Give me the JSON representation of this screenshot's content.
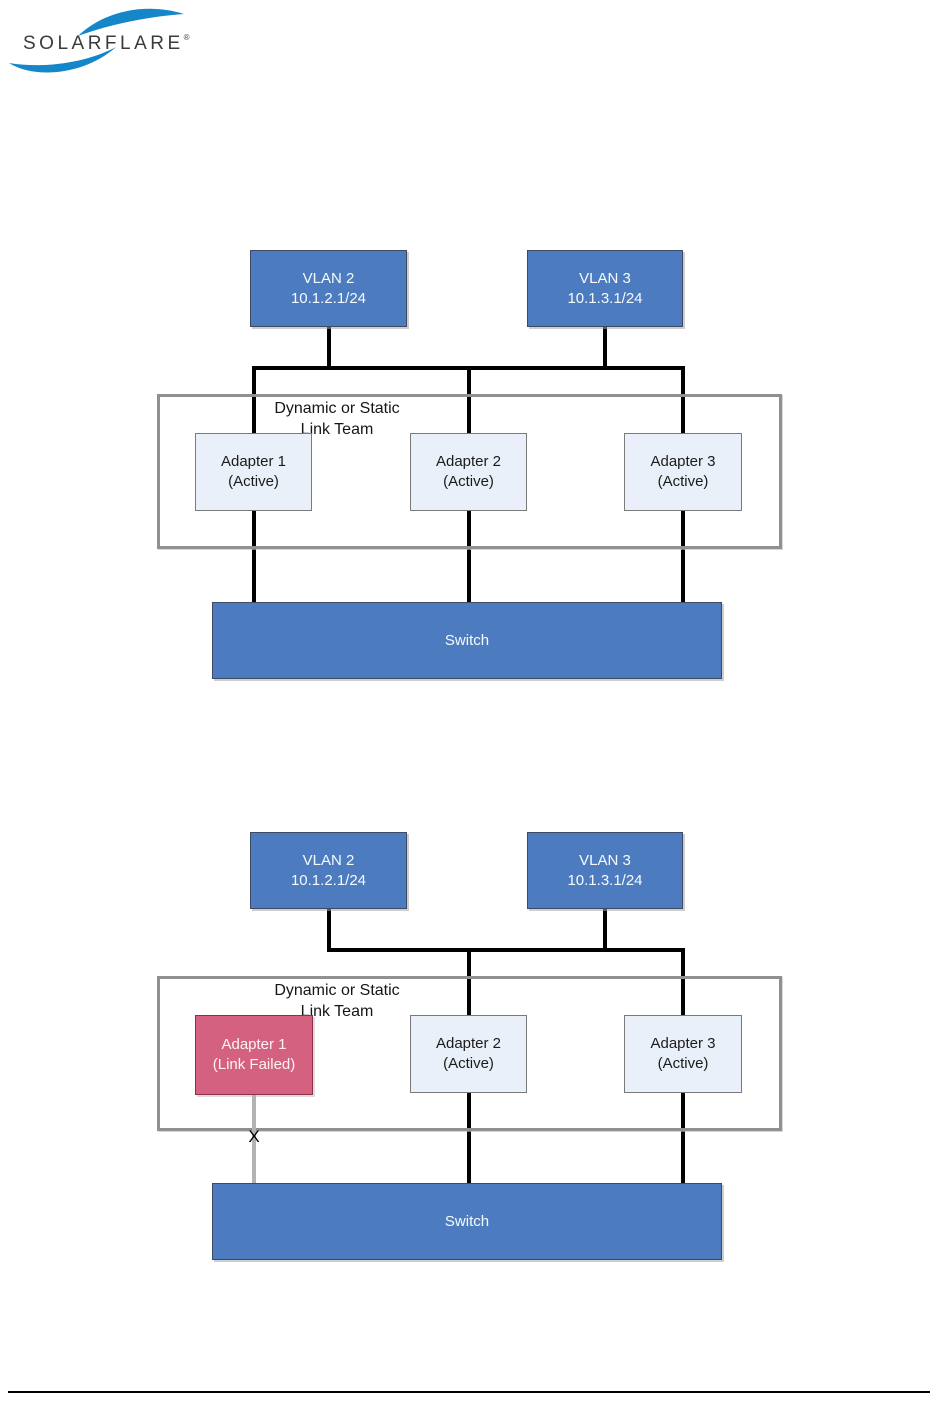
{
  "logo": {
    "text": "SOLARFLARE",
    "registered": "®",
    "swoosh_color": "#1587C8"
  },
  "colors": {
    "accent_blue": "#4C7CBF",
    "adapter_fill": "#EAF0F9",
    "failed_fill": "#D4617F",
    "line_black": "#000000",
    "failed_line_gray": "#B3B3B3",
    "team_border_gray": "#909090"
  },
  "diagram_normal": {
    "vlan2": {
      "name": "VLAN 2",
      "address": "10.1.2.1/24"
    },
    "vlan3": {
      "name": "VLAN 3",
      "address": "10.1.3.1/24"
    },
    "team_label_line1": "Dynamic or Static",
    "team_label_line2": "Link Team",
    "adapters": [
      {
        "name": "Adapter 1",
        "status": "(Active)"
      },
      {
        "name": "Adapter 2",
        "status": "(Active)"
      },
      {
        "name": "Adapter 3",
        "status": "(Active)"
      }
    ],
    "switch_label": "Switch"
  },
  "diagram_failed": {
    "vlan2": {
      "name": "VLAN 2",
      "address": "10.1.2.1/24"
    },
    "vlan3": {
      "name": "VLAN 3",
      "address": "10.1.3.1/24"
    },
    "team_label_line1": "Dynamic or Static",
    "team_label_line2": "Link Team",
    "adapters": [
      {
        "name": "Adapter 1",
        "status": "(Link Failed)"
      },
      {
        "name": "Adapter 2",
        "status": "(Active)"
      },
      {
        "name": "Adapter 3",
        "status": "(Active)"
      }
    ],
    "failed_marker": "X",
    "switch_label": "Switch"
  }
}
